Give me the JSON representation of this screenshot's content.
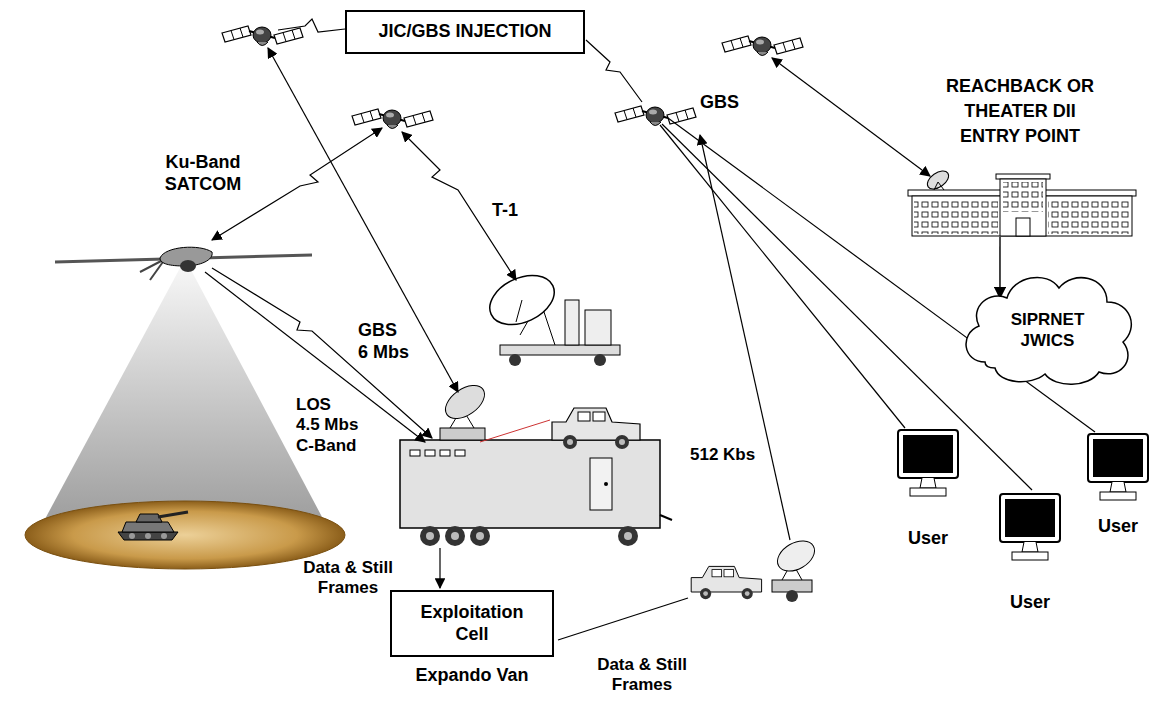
{
  "diagram": {
    "nodes": [
      {
        "text": [
          "JIC/GBS INJECTION"
        ]
      },
      {
        "text": [
          "REACHBACK OR THEATER DII ENTRY POINT"
        ]
      },
      {
        "text": [
          "SIPRNET JWICS"
        ]
      },
      {
        "text": [
          "User"
        ]
      },
      {
        "text": [
          "User"
        ]
      },
      {
        "text": [
          "User"
        ]
      },
      {
        "text": [
          "Exploitation Cell",
          "Expando Van"
        ]
      }
    ],
    "edges": [
      {
        "from": 1,
        "to": 2,
        "arrow": "to"
      }
    ],
    "labels": [
      "Ku-Band SATCOM",
      "T-1",
      "GBS",
      "GBS 6 Mbs",
      "LOS 4.5 Mbs C-Band",
      "512 Kbs",
      "Data & Still Frames",
      "Data & Still Frames"
    ]
  }
}
